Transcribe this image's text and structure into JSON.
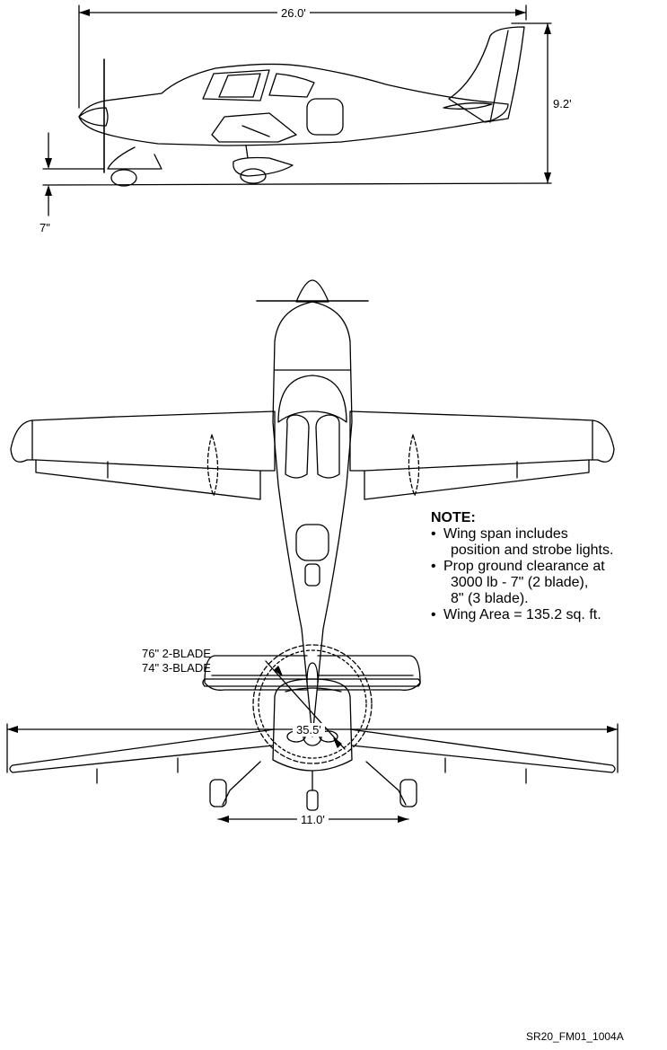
{
  "dimensions": {
    "length": "26.0'",
    "height": "9.2'",
    "prop_clearance": "7\"",
    "wingspan": "35.5'",
    "gear_track": "11.0'",
    "prop_diameter_2blade": "76\" 2-BLADE",
    "prop_diameter_3blade": "74\" 3-BLADE"
  },
  "note": {
    "title": "NOTE:",
    "items": [
      {
        "line1": "Wing span includes",
        "line2": "position and strobe lights."
      },
      {
        "line1": "Prop ground clearance at",
        "line2": "3000 lb - 7\" (2 blade),",
        "line3": "8\" (3 blade)."
      },
      {
        "line1": "Wing Area = 135.2 sq. ft."
      }
    ]
  },
  "figure_id": "SR20_FM01_1004A"
}
